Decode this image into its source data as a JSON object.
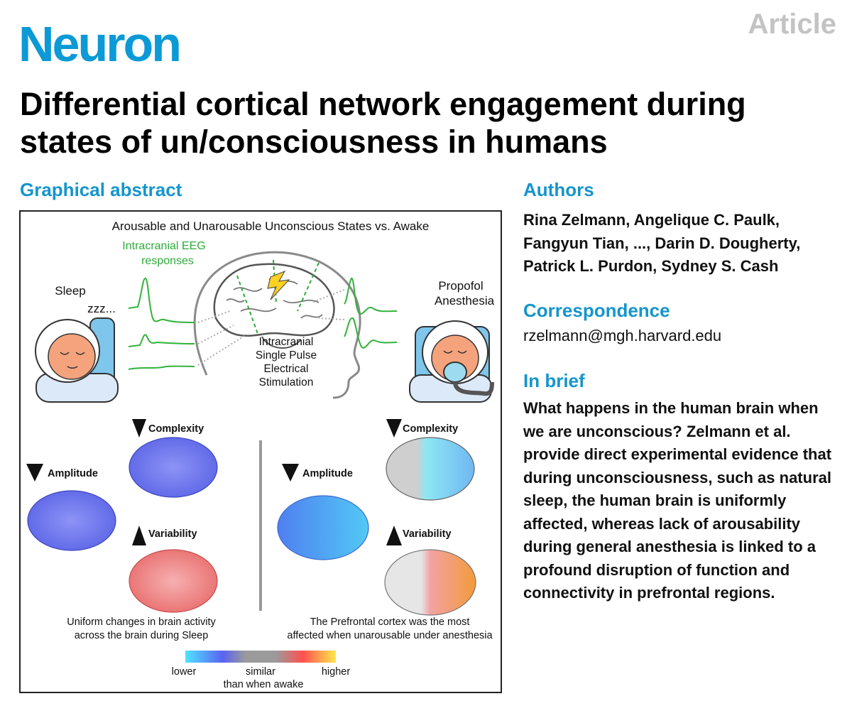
{
  "header": {
    "journal": "Neuron",
    "article_type": "Article",
    "title": "Differential cortical network engagement during states of un/consciousness in humans"
  },
  "graphical_abstract": {
    "heading": "Graphical abstract",
    "top_title": "Arousable and Unarousable Unconscious States vs. Awake",
    "eeg_label_1": "Intracranial EEG",
    "eeg_label_2": "responses",
    "sleep_label": "Sleep",
    "zzz": "zzz...",
    "propofol_label_1": "Propofol",
    "propofol_label_2": "Anesthesia",
    "stim_label_1": "Intracranial",
    "stim_label_2": "Single Pulse",
    "stim_label_3": "Electrical",
    "stim_label_4": "Stimulation",
    "left_panel": {
      "complexity": "Complexity",
      "amplitude": "Amplitude",
      "variability": "Variability",
      "caption_1": "Uniform changes in brain activity",
      "caption_2": "across the brain during Sleep"
    },
    "right_panel": {
      "complexity": "Complexity",
      "amplitude": "Amplitude",
      "variability": "Variability",
      "caption_1": "The Prefrontal cortex was the most",
      "caption_2": "affected when unarousable under anesthesia"
    },
    "scale": {
      "lower": "lower",
      "similar": "similar",
      "higher": "higher",
      "than": "than when awake",
      "colors": [
        "#4fe3ff",
        "#5a63f0",
        "#9b9b9b",
        "#ff5050",
        "#ffe84a"
      ]
    }
  },
  "authors": {
    "heading": "Authors",
    "line1": "Rina Zelmann, Angelique C. Paulk,",
    "line2": "Fangyun Tian, ..., Darin D. Dougherty,",
    "line3": "Patrick L. Purdon, Sydney S. Cash"
  },
  "correspondence": {
    "heading": "Correspondence",
    "email": "rzelmann@mgh.harvard.edu"
  },
  "in_brief": {
    "heading": "In brief",
    "lines": [
      "What happens in the human brain when",
      "we are unconscious? Zelmann et al.",
      "provide direct experimental evidence that",
      "during unconsciousness, such as natural",
      "sleep, the human brain is uniformly",
      "affected, whereas lack of arousability",
      "during general anesthesia is linked to a",
      "profound disruption of function and",
      "connectivity in prefrontal regions."
    ]
  }
}
